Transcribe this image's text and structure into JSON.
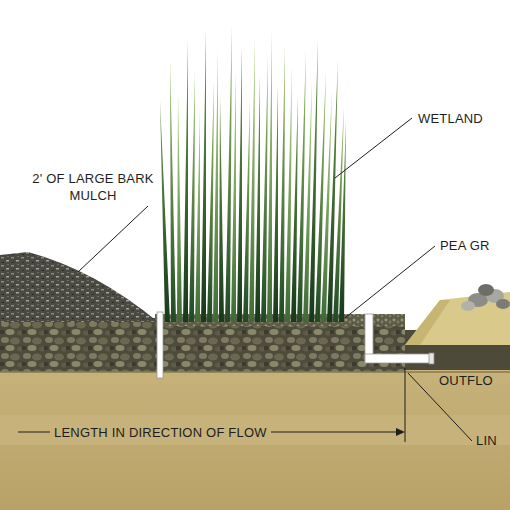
{
  "diagram": {
    "labels": [
      "WETLAND",
      "2' OF LARGE BARK MULCH",
      "PEA GR",
      "OUTFLO",
      "LENGTH IN DIRECTION OF FLOW",
      "LIN"
    ]
  }
}
